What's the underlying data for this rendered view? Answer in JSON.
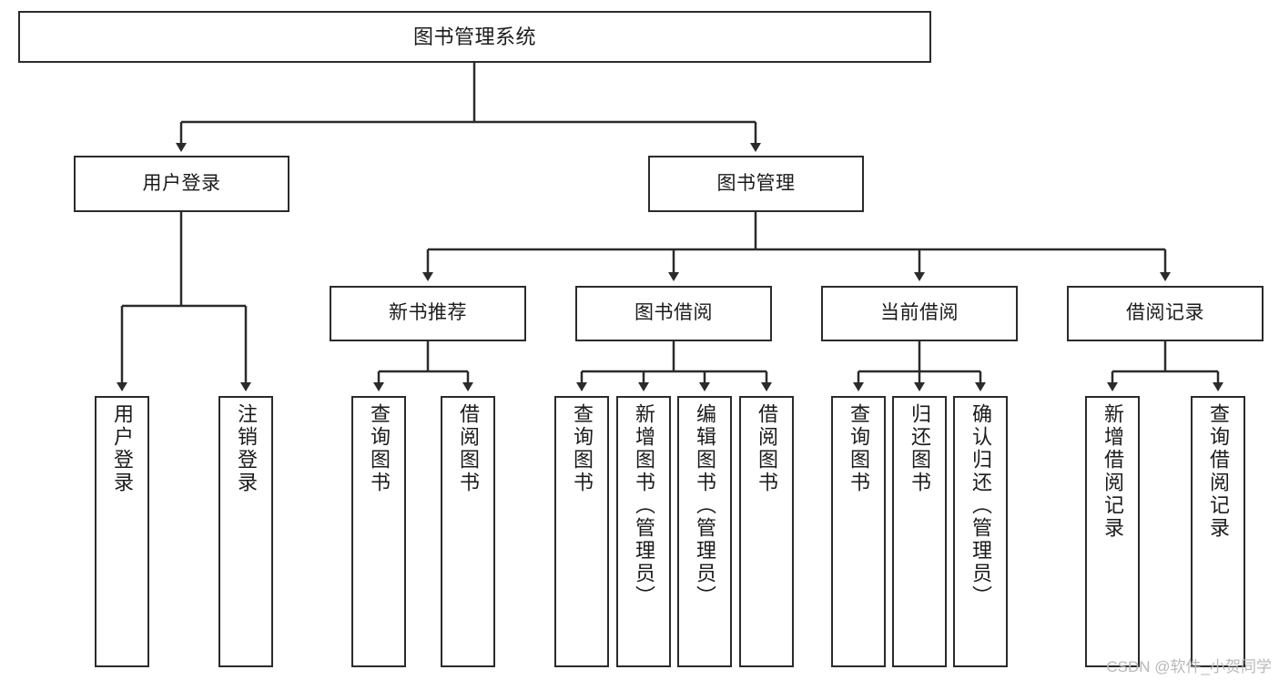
{
  "diagram": {
    "title": "图书管理系统",
    "type": "tree-hierarchy",
    "orientation": "top-down",
    "colors": {
      "box_border": "#2b2b2b",
      "box_fill": "#ffffff",
      "connector": "#2b2b2b",
      "text": "#1b1b1b",
      "watermark": "#b9b9b9",
      "background": "#ffffff"
    }
  },
  "nodes": {
    "root": {
      "label": "图书管理系统"
    },
    "level2": [
      {
        "label": "用户登录"
      },
      {
        "label": "图书管理"
      }
    ],
    "level3": [
      {
        "label": "新书推荐"
      },
      {
        "label": "图书借阅"
      },
      {
        "label": "当前借阅"
      },
      {
        "label": "借阅记录"
      }
    ],
    "leaves": {
      "user_login": [
        {
          "label": "用户登录"
        },
        {
          "label": "注销登录"
        }
      ],
      "new_book_recommend": [
        {
          "label": "查询图书"
        },
        {
          "label": "借阅图书"
        }
      ],
      "book_borrow": [
        {
          "label": "查询图书"
        },
        {
          "label": "新增图书（管理员）"
        },
        {
          "label": "编辑图书（管理员）"
        },
        {
          "label": "借阅图书"
        }
      ],
      "current_borrow": [
        {
          "label": "查询图书"
        },
        {
          "label": "归还图书"
        },
        {
          "label": "确认归还（管理员）"
        }
      ],
      "borrow_record": [
        {
          "label": "新增借阅记录"
        },
        {
          "label": "查询借阅记录"
        }
      ]
    }
  },
  "watermark": {
    "text": "CSDN @软件_小贺同学"
  }
}
